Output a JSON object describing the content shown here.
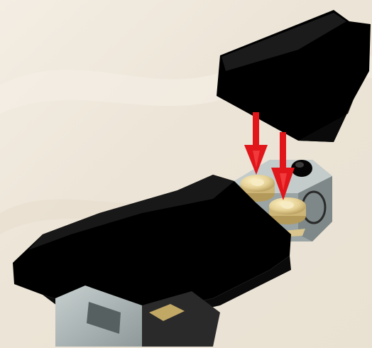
{
  "scene": {
    "type": "assembly-instruction-step",
    "background_color": "#efe8dc",
    "parts": [
      {
        "name": "wedge-plate",
        "color": "#000000"
      },
      {
        "name": "long-black-plate",
        "color": "#000000"
      },
      {
        "name": "gray-brick-with-stud-holes",
        "color": "#a9b2b2"
      },
      {
        "name": "tan-round-stud-left",
        "color": "#e8d6a0"
      },
      {
        "name": "tan-round-stud-right",
        "color": "#e8d6a0"
      },
      {
        "name": "black-pin-cap",
        "color": "#050505"
      }
    ],
    "arrows": {
      "color": "#e0161b",
      "count": 2,
      "direction": "down"
    }
  }
}
